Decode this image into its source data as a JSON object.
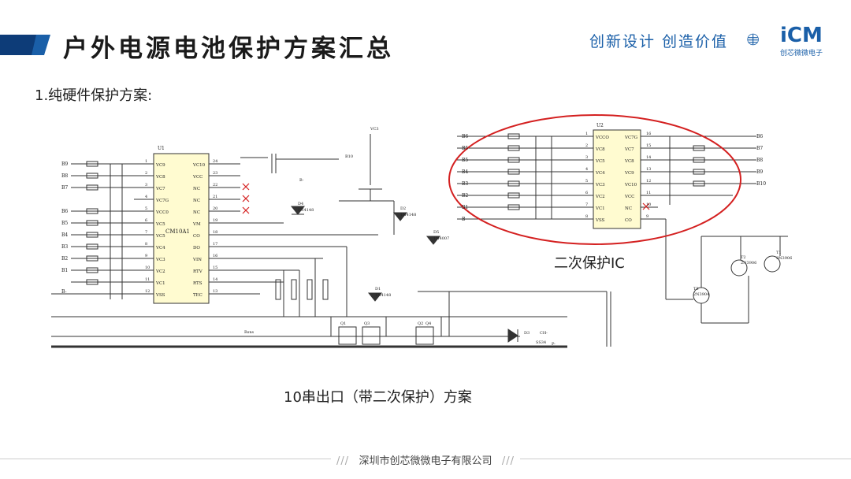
{
  "header": {
    "title": "户外电源电池保护方案汇总",
    "slogan": "创新设计  创造价值",
    "logo_text": "iCM",
    "logo_subtext": "创芯微微电子",
    "accent_color": "#1a5fa8"
  },
  "section": {
    "heading": "1.纯硬件保护方案:"
  },
  "schematic": {
    "main_ic": "CM10A1",
    "main_ic_ref": "U1",
    "main_left_pins": [
      "VC9",
      "VC8",
      "VC7",
      "VC7G",
      "VCC0",
      "VC5",
      "VC5",
      "VC4",
      "VC3",
      "VC2",
      "VC1",
      "VSS"
    ],
    "main_left_numbers": [
      "1",
      "2",
      "3",
      "4",
      "5",
      "6",
      "7",
      "8",
      "9",
      "10",
      "11",
      "12"
    ],
    "main_right_pins": [
      "VC10",
      "VCC",
      "NC",
      "NC",
      "NC",
      "VM",
      "CO",
      "DO",
      "VIN",
      "RTV",
      "RTS",
      "TEC"
    ],
    "main_right_numbers": [
      "24",
      "23",
      "22",
      "21",
      "20",
      "19",
      "18",
      "17",
      "16",
      "15",
      "14",
      "13"
    ],
    "cell_labels_left": [
      "B9",
      "B8",
      "B7",
      "B6",
      "B5",
      "B4",
      "B3",
      "B2",
      "B1",
      "B-"
    ],
    "second_ic_ref": "U2",
    "second_ic_left_pins": [
      "VCCO",
      "VC8",
      "VC5",
      "VC4",
      "VC3",
      "VC2",
      "VC1",
      "VSS"
    ],
    "second_ic_right_pins": [
      "VC7G",
      "VC7",
      "VC8",
      "VC9",
      "VC10",
      "VCC",
      "NC",
      "CO"
    ],
    "second_left_numbers": [
      "1",
      "2",
      "3",
      "4",
      "5",
      "6",
      "7",
      "8"
    ],
    "second_right_numbers": [
      "16",
      "15",
      "14",
      "13",
      "12",
      "11",
      "10",
      "9"
    ],
    "cell_labels_right_ic_left": [
      "B6",
      "B5",
      "B5",
      "B4",
      "B3",
      "B2",
      "B1",
      "B-"
    ],
    "cell_labels_right_ic_right": [
      "B6",
      "B7",
      "B8",
      "B9",
      "B10"
    ],
    "components": [
      "D4",
      "1N4148",
      "D2",
      "1N4148",
      "D5",
      "1N4007",
      "D1",
      "1N4148",
      "D3",
      "CH-",
      "Q1",
      "Q2",
      "Q3",
      "Q4",
      "T1",
      "2N3906",
      "T2",
      "2N3906",
      "T3",
      "2N3904",
      "B10",
      "VC3",
      "B-",
      "P-",
      "Rsns",
      "SS34"
    ],
    "protection_label": "二次保护IC"
  },
  "captions": {
    "scheme": "10串出口（带二次保护）方案"
  },
  "footer": {
    "company": "深圳市创芯微微电子有限公司",
    "slashes": "///"
  }
}
